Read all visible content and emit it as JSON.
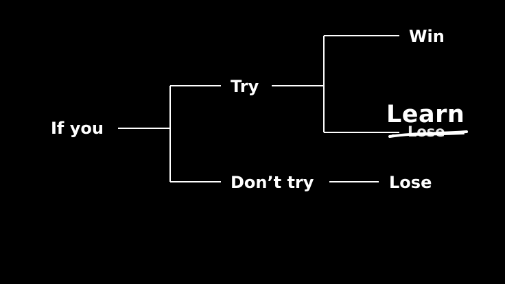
{
  "diagram": {
    "root": "If you",
    "branch_try": "Try",
    "branch_dont_try": "Don’t try",
    "outcome_win": "Win",
    "outcome_lose_crossed": "Lose",
    "outcome_learn": "Learn",
    "outcome_lose": "Lose"
  },
  "colors": {
    "background": "#000000",
    "text": "#ffffff",
    "line": "#ffffff"
  }
}
